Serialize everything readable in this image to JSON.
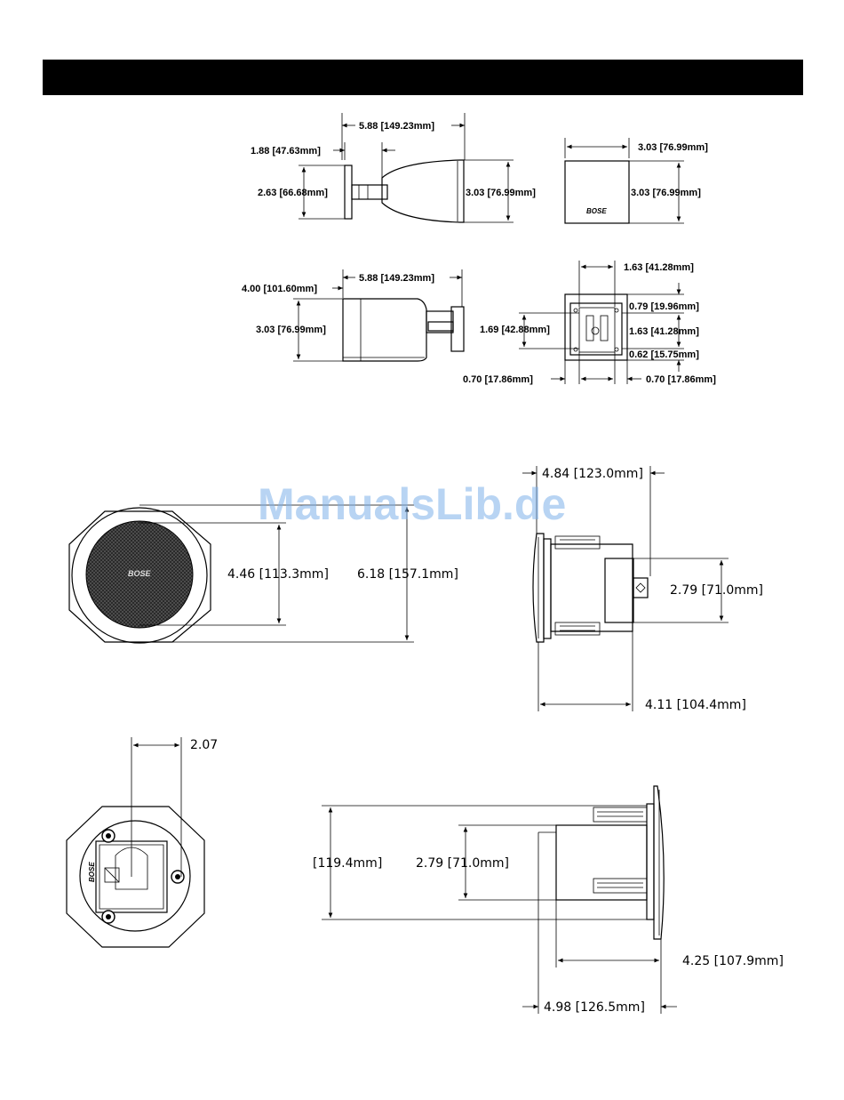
{
  "watermark": "ManualsLib.de",
  "logo_text": "BOSE",
  "wall_side": {
    "d_width": "5.88 [149.23mm]",
    "d_mount": "1.88 [47.63mm]",
    "d_plate_h": "2.63 [66.68mm]",
    "d_body_h": "3.03 [76.99mm]"
  },
  "wall_front": {
    "d_w": "3.03 [76.99mm]",
    "d_h": "3.03 [76.99mm]"
  },
  "wall_top": {
    "d_depth": "4.00 [101.60mm]",
    "d_width": "5.88 [149.23mm]",
    "d_h": "3.03 [76.99mm]"
  },
  "wall_back": {
    "d_top": "1.63 [41.28mm]",
    "d_left_h": "1.69 [42.88mm]",
    "d_r1": "0.79 [19.96mm]",
    "d_r2": "1.63 [41.28mm]",
    "d_r3": "0.62 [15.75mm]",
    "d_bl": "0.70 [17.86mm]",
    "d_br": "0.70 [17.86mm]"
  },
  "ceil_front": {
    "d_grille": "4.46  [113.3mm]",
    "d_outer": "6.18  [157.1mm]"
  },
  "ceil_side": {
    "d_top": "4.84  [123.0mm]",
    "d_h": "2.79  [71.0mm]",
    "d_depth": "4.11  [104.4mm]"
  },
  "ceil_back": {
    "d_offset": "2.07"
  },
  "ceil_side2": {
    "d_outer": "[119.4mm]",
    "d_h": "2.79  [71.0mm]",
    "d_depth": "4.25  [107.9mm]",
    "d_total": "4.98  [126.5mm]"
  }
}
